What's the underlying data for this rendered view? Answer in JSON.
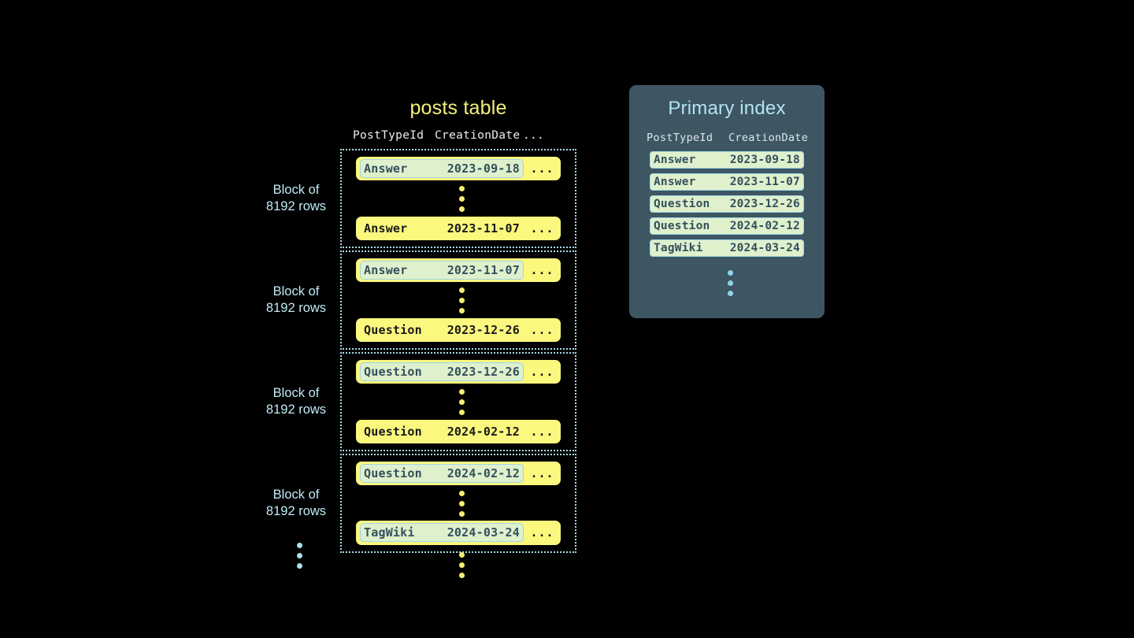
{
  "posts_table": {
    "title": "posts table",
    "columns": [
      "PostTypeId",
      "CreationDate",
      "..."
    ],
    "ellipsis_cell": "...",
    "blocks": [
      {
        "label_line1": "Block of",
        "label_line2": "8192 rows",
        "first_row": {
          "post_type": "Answer",
          "creation_date": "2023-09-18",
          "more": "...",
          "highlighted": true
        },
        "last_row": {
          "post_type": "Answer",
          "creation_date": "2023-11-07",
          "more": "...",
          "highlighted": false
        }
      },
      {
        "label_line1": "Block of",
        "label_line2": "8192 rows",
        "first_row": {
          "post_type": "Answer",
          "creation_date": "2023-11-07",
          "more": "...",
          "highlighted": true
        },
        "last_row": {
          "post_type": "Question",
          "creation_date": "2023-12-26",
          "more": "...",
          "highlighted": false
        }
      },
      {
        "label_line1": "Block of",
        "label_line2": "8192 rows",
        "first_row": {
          "post_type": "Question",
          "creation_date": "2023-12-26",
          "more": "...",
          "highlighted": true
        },
        "last_row": {
          "post_type": "Question",
          "creation_date": "2024-02-12",
          "more": "...",
          "highlighted": false
        }
      },
      {
        "label_line1": "Block of",
        "label_line2": "8192 rows",
        "first_row": {
          "post_type": "Question",
          "creation_date": "2024-02-12",
          "more": "...",
          "highlighted": true
        },
        "last_row": {
          "post_type": "TagWiki",
          "creation_date": "2024-03-24",
          "more": "...",
          "highlighted": false
        }
      }
    ],
    "trailing_row": {
      "post_type": "TagWiki",
      "creation_date": "2024-03-24",
      "more": "...",
      "highlighted": true
    }
  },
  "primary_index": {
    "title": "Primary index",
    "columns": [
      "PostTypeId",
      "CreationDate"
    ],
    "rows": [
      {
        "post_type": "Answer",
        "creation_date": "2023-09-18"
      },
      {
        "post_type": "Answer",
        "creation_date": "2023-11-07"
      },
      {
        "post_type": "Question",
        "creation_date": "2023-12-26"
      },
      {
        "post_type": "Question",
        "creation_date": "2024-02-12"
      },
      {
        "post_type": "TagWiki",
        "creation_date": "2024-03-24"
      }
    ]
  },
  "colors": {
    "background": "#000000",
    "row_yellow": "#fbf87e",
    "row_mint": "#dff0cc",
    "accent_blue": "#a8dcea",
    "panel_slate": "#3d5662",
    "title_yellow": "#f2f07a",
    "dot_yellow": "#f5ef72"
  }
}
